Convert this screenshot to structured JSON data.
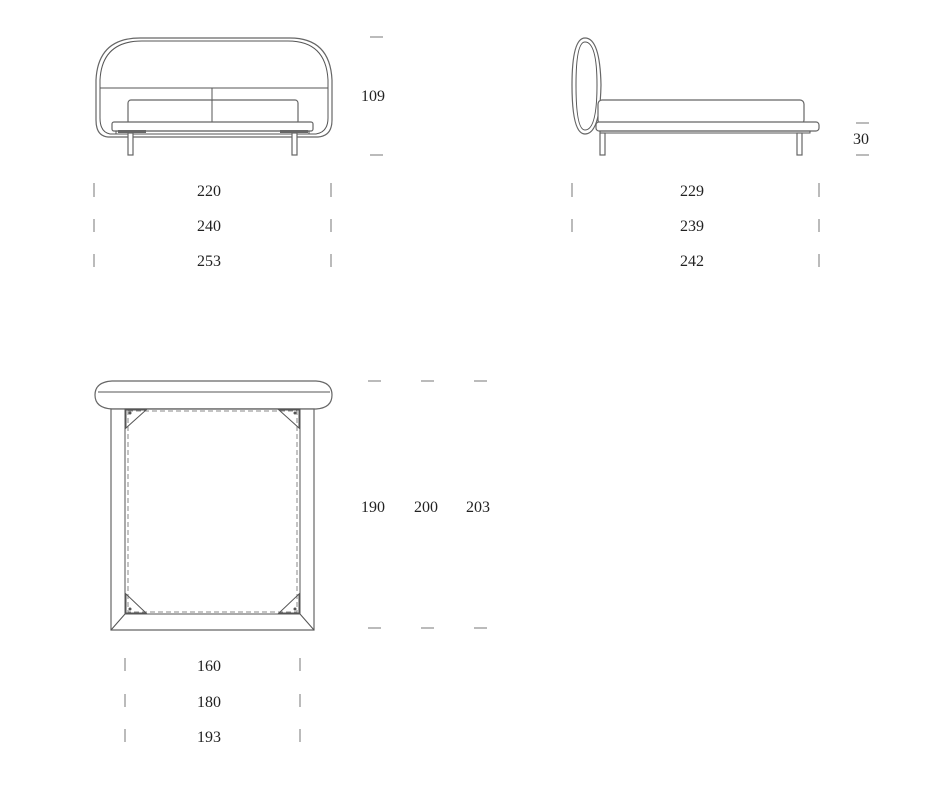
{
  "front_view": {
    "height_label": "109",
    "width_labels": [
      "220",
      "240",
      "253"
    ]
  },
  "side_view": {
    "base_height_label": "30",
    "length_labels": [
      "229",
      "239",
      "242"
    ]
  },
  "top_view": {
    "length_labels": [
      "190",
      "200",
      "203"
    ],
    "width_labels": [
      "160",
      "180",
      "193"
    ]
  }
}
